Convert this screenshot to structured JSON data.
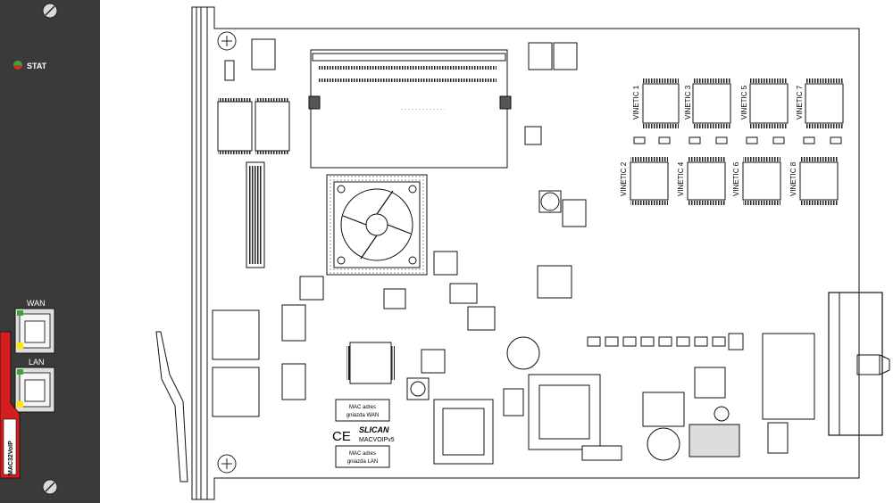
{
  "front_panel": {
    "status_label": "STAT",
    "wan_label": "WAN",
    "lan_label": "LAN",
    "model_label": "MAC32VoIP",
    "panel_color": "#3b3a3a",
    "accent_color": "#d21e1e"
  },
  "board": {
    "vinetic_chips": [
      "VINETIC 1",
      "VINETIC 3",
      "VINETIC 5",
      "VINETIC 7",
      "VINETIC 2",
      "VINETIC 4",
      "VINETIC 6",
      "VINETIC 8"
    ],
    "mac_wan_label": [
      "MAC adres",
      "gniazda WAN"
    ],
    "mac_lan_label": [
      "MAC adres",
      "gniazda LAN"
    ],
    "brand": "SLICAN",
    "board_model": "MACVOIPv5",
    "ce_mark": "CE"
  }
}
